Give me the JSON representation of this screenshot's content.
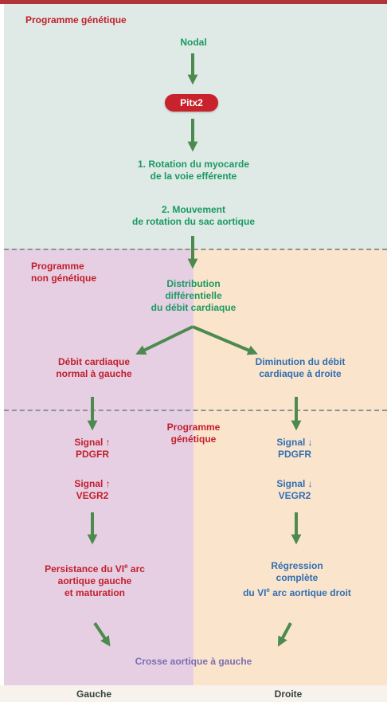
{
  "title": "Programme génétique",
  "genetic_section": {
    "nodal": "Nodal",
    "pitx2": "Pitx2",
    "step1_line1": "1. Rotation du myocarde",
    "step1_line2": "de la voie efférente",
    "step2_line1": "2. Mouvement",
    "step2_line2": "de rotation du sac aortique"
  },
  "non_genetic_section": {
    "label_line1": "Programme",
    "label_line2": "non génétique",
    "distribution_line1": "Distribution",
    "distribution_line2": "différentielle",
    "distribution_line3": "du débit cardiaque",
    "left_flow_line1": "Débit cardiaque",
    "left_flow_line2": "normal à gauche",
    "right_flow_line1": "Diminution du débit",
    "right_flow_line2": "cardiaque à droite"
  },
  "genetic_section_2": {
    "label_line1": "Programme",
    "label_line2": "génétique",
    "left_signal1_line1": "Signal ↑",
    "left_signal1_line2": "PDGFR",
    "left_signal2_line1": "Signal ↑",
    "left_signal2_line2": "VEGR2",
    "right_signal1_line1": "Signal ↓",
    "right_signal1_line2": "PDGFR",
    "right_signal2_line1": "Signal ↓",
    "right_signal2_line2": "VEGR2",
    "left_result_line1_a": "Persistance du VI",
    "left_result_line1_sup": "e",
    "left_result_line1_b": " arc",
    "left_result_line2": "aortique gauche",
    "left_result_line3": "et maturation",
    "right_result_line1": "Régression",
    "right_result_line2": "complète",
    "right_result_line3_a": "du VI",
    "right_result_line3_sup": "e",
    "right_result_line3_b": " arc aortique droit",
    "outcome": "Crosse aortique à gauche"
  },
  "footer": {
    "left": "Gauche",
    "right": "Droite"
  },
  "colors": {
    "red": "#c21e2b",
    "green": "#1a9a62",
    "blue": "#2f6fb3",
    "arrow": "#4d8a4f",
    "genetic_bg": "#dfe9e6",
    "left_bg": "#e6cfe3",
    "right_bg": "#fbe4cc"
  }
}
